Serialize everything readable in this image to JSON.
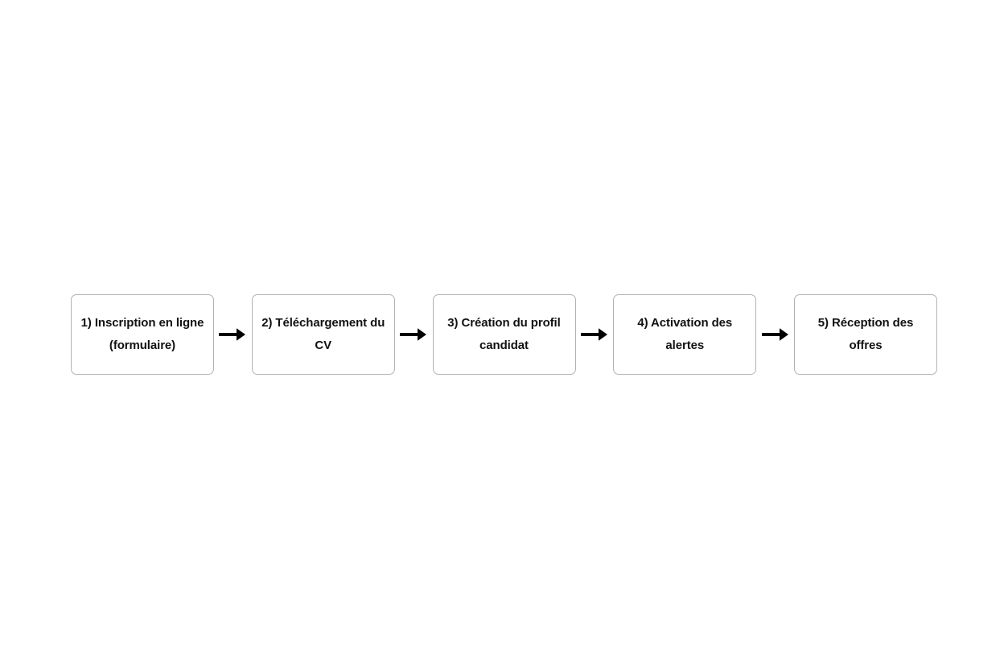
{
  "diagram": {
    "type": "flowchart",
    "orientation": "horizontal",
    "background_color": "#ffffff",
    "box_border_color": "#b2b2b2",
    "text_color": "#121212",
    "arrow_color": "#000000",
    "arrow_glyph": "arrow-right-icon",
    "steps": [
      {
        "id": "step-1",
        "label": "1) Inscription en ligne (formulaire)"
      },
      {
        "id": "step-2",
        "label": "2) Téléchargement du CV"
      },
      {
        "id": "step-3",
        "label": "3) Création du profil candidat"
      },
      {
        "id": "step-4",
        "label": "4) Activation des alertes"
      },
      {
        "id": "step-5",
        "label": "5) Réception des offres"
      }
    ],
    "connectors": [
      {
        "id": "connector-1-2",
        "from": "step-1",
        "to": "step-2"
      },
      {
        "id": "connector-2-3",
        "from": "step-2",
        "to": "step-3"
      },
      {
        "id": "connector-3-4",
        "from": "step-3",
        "to": "step-4"
      },
      {
        "id": "connector-4-5",
        "from": "step-4",
        "to": "step-5"
      }
    ]
  }
}
